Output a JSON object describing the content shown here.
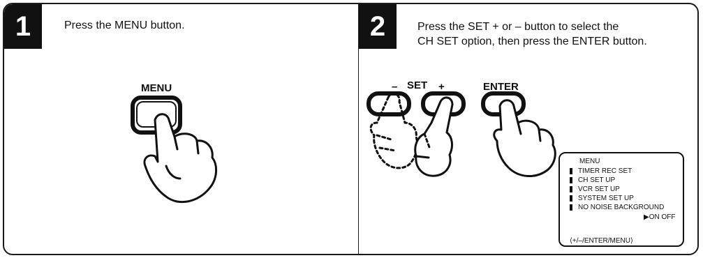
{
  "step1": {
    "number": "1",
    "instruction": "Press the MENU button.",
    "button_label": "MENU"
  },
  "step2": {
    "number": "2",
    "instruction_line1": "Press the SET + or – button to select the",
    "instruction_line2": "CH SET option, then press the ENTER button.",
    "minus_label": "–",
    "set_label": "SET",
    "plus_label": "+",
    "enter_label": "ENTER"
  },
  "osd": {
    "title": "MENU",
    "items": [
      "TIMER REC SET",
      "CH SET UP",
      "VCR SET UP",
      "SYSTEM SET UP",
      "NO NOISE BACKGROUND"
    ],
    "options": "▶ON   OFF",
    "hint": "⟨+/–/ENTER/MENU⟩"
  }
}
